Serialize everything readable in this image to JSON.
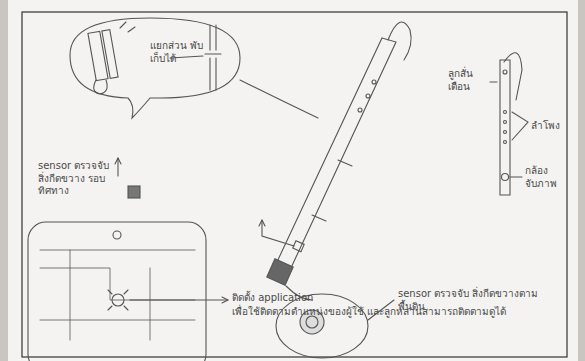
{
  "diagram": {
    "labels": [
      "แยกส่วน พับเก็บได้",
      "sensor ตรวจจับ สิ่งกีดขวาง รอบทิศทาง",
      "sensor ตรวจจับ สิ่งกีดขวางตาม พื้นดิน",
      "ติดตั้ง application",
      "เพื่อใช้ติดตามตำแหน่งของผู้ใช้ และลูกหลานสามารถติดตามดูได้",
      "ลูกสั่นเตือน",
      "ลำโพง",
      "กล้อง จับภาพ"
    ]
  }
}
